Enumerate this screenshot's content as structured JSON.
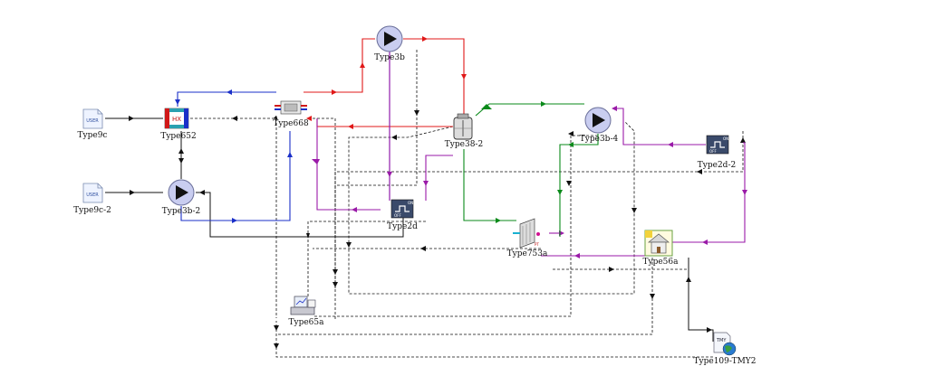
{
  "components": {
    "type9c": "Type9c",
    "type9c2": "Type9c-2",
    "type652": "Type652",
    "type3b2": "Type3b-2",
    "type668": "Type668",
    "type3b": "Type3b",
    "type38_2": "Type38-2",
    "type2d": "Type2d",
    "type3b4": "Type3b-4",
    "type2d2": "Type2d-2",
    "type753a": "Type753a",
    "type56a": "Type56a",
    "type65a": "Type65a",
    "type109": "Type109-TMY2"
  },
  "icon_text": {
    "user": "USER",
    "hx": "HX",
    "on": "ON",
    "off": "OFF",
    "pt": "PT",
    "tmy": "TMY"
  },
  "colors": {
    "red": "#e01818",
    "blue": "#1a2fc8",
    "green": "#0a8a1a",
    "purple": "#9a1aa8",
    "black": "#111111",
    "pump_fill": "#c9cdf0"
  }
}
